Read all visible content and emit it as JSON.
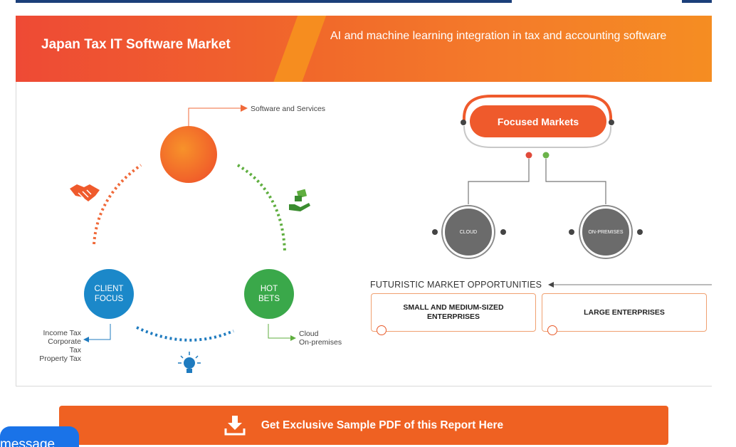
{
  "banner": {
    "title": "Japan Tax IT Software Market",
    "subtitle": "AI and machine learning integration in tax and accounting software"
  },
  "diagram": {
    "top_label": "Software and Services",
    "left_circle": "CLIENT FOCUS",
    "right_circle": "HOT BETS",
    "left_list": [
      "Income Tax",
      "Corporate Tax",
      "Property Tax"
    ],
    "right_list": [
      "Cloud",
      "On-premises"
    ]
  },
  "markets": {
    "focused_label": "Focused Markets",
    "left_circle": "CLOUD",
    "right_circle": "ON-PREMISES",
    "opportunities_title": "FUTURISTIC MARKET OPPORTUNITIES",
    "opportunities": [
      "SMALL AND MEDIUM-SIZED ENTERPRISES",
      "LARGE ENTERPRISES"
    ]
  },
  "cta": {
    "label": "Get Exclusive Sample PDF of this Report Here"
  },
  "chat": {
    "label": "message"
  },
  "colors": {
    "accent": "#ef6122",
    "client_focus": "#1b88c9",
    "hot_bets": "#3aa84a",
    "grey": "#6b6b6b"
  }
}
